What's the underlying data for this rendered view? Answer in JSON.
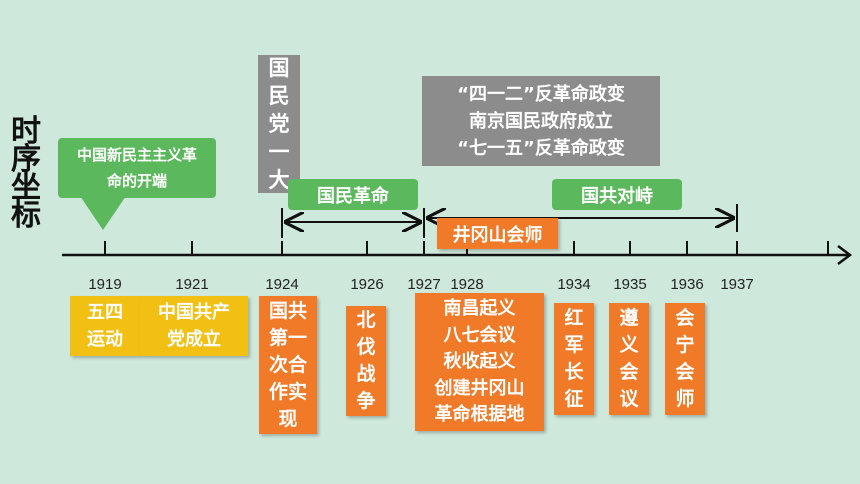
{
  "side_title": "时序坐标",
  "top_callout": "中国新民主主义革命的开端",
  "gmd_box": "国民党一大",
  "events_1927": [
    "“四一二”反革命政变",
    "南京国民政府成立",
    "“七一五”反革命政变"
  ],
  "periods": {
    "national_revolution": "国民革命",
    "kmt_cpc_standoff": "国共对峙"
  },
  "jinggang_box": "井冈山会师",
  "years": [
    "1919",
    "1921",
    "1924",
    "1926",
    "1927",
    "1928",
    "1934",
    "1935",
    "1936",
    "1937"
  ],
  "bottom": {
    "may_fourth": "五四运动",
    "cpc_founding": "中国共产党成立",
    "first_coop": "国共第一次合作实现",
    "northern_expedition": "北伐战争",
    "events_1927_1928": [
      "南昌起义",
      "八七会议",
      "秋收起义",
      "创建井冈山",
      "革命根据地"
    ],
    "long_march": "红军长征",
    "zunyi": "遵义会议",
    "huining": "会宁会师"
  },
  "colors": {
    "background": "#cfe8dc",
    "green": "#5cb85c",
    "gray": "#8c8c8c",
    "orange": "#f07a27",
    "yellow": "#f2bf13"
  }
}
